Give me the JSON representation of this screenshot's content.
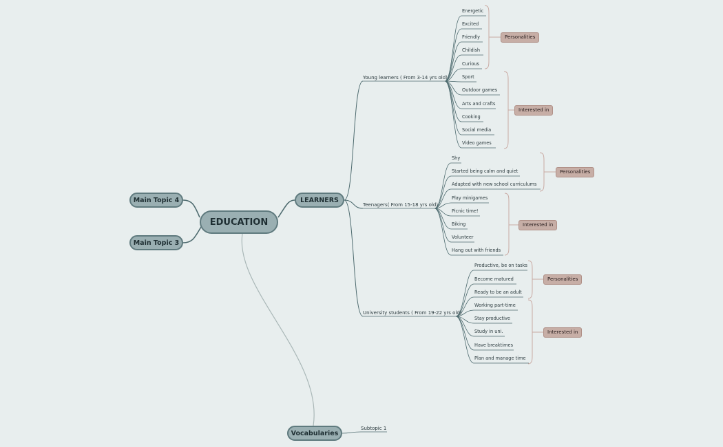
{
  "root": {
    "label": "EDUCATION"
  },
  "main_topics": {
    "learners": "LEARNERS",
    "topic4": "Main Topic 4",
    "topic3": "Main Topic 3",
    "vocab": "Vocabularies"
  },
  "vocab_subtopic": "Subtopic 1",
  "groups": [
    {
      "label": "Young learners ( From 3-14 yrs old)",
      "leaves": [
        "Energetic",
        "Excited",
        "Friendly",
        "Childish",
        "Curious",
        "Sport",
        "Outdoor games",
        "Arts and crafts",
        "Cooking",
        "Social media",
        "Video games"
      ],
      "tags": [
        "Personalities",
        "Interested in"
      ]
    },
    {
      "label": "Teenagers( From 15-18 yrs old)",
      "leaves": [
        "Shy",
        "Started being calm and quiet",
        "Adapted with new school curriculums",
        "Play minigames",
        "Picnic time!",
        "Biking",
        "Volunteer",
        "Hang out with friends"
      ],
      "tags": [
        "Personalities",
        "Interested in"
      ]
    },
    {
      "label": "University students ( From 19-22 yrs old)",
      "leaves": [
        "Productive, be on tasks",
        "Become matured",
        "Ready to be an adult",
        "Working part-time",
        "Stay productive",
        "Study in uni.",
        "Have breaktimes",
        "Plan and manage time"
      ],
      "tags": [
        "Personalities",
        "Interested in"
      ]
    }
  ],
  "colors": {
    "background": "#e8eeee",
    "node_fill": "#9aafb2",
    "node_border": "#5f7a7e",
    "tag_fill": "#c7aea6",
    "bracket": "#c9a9a2"
  }
}
